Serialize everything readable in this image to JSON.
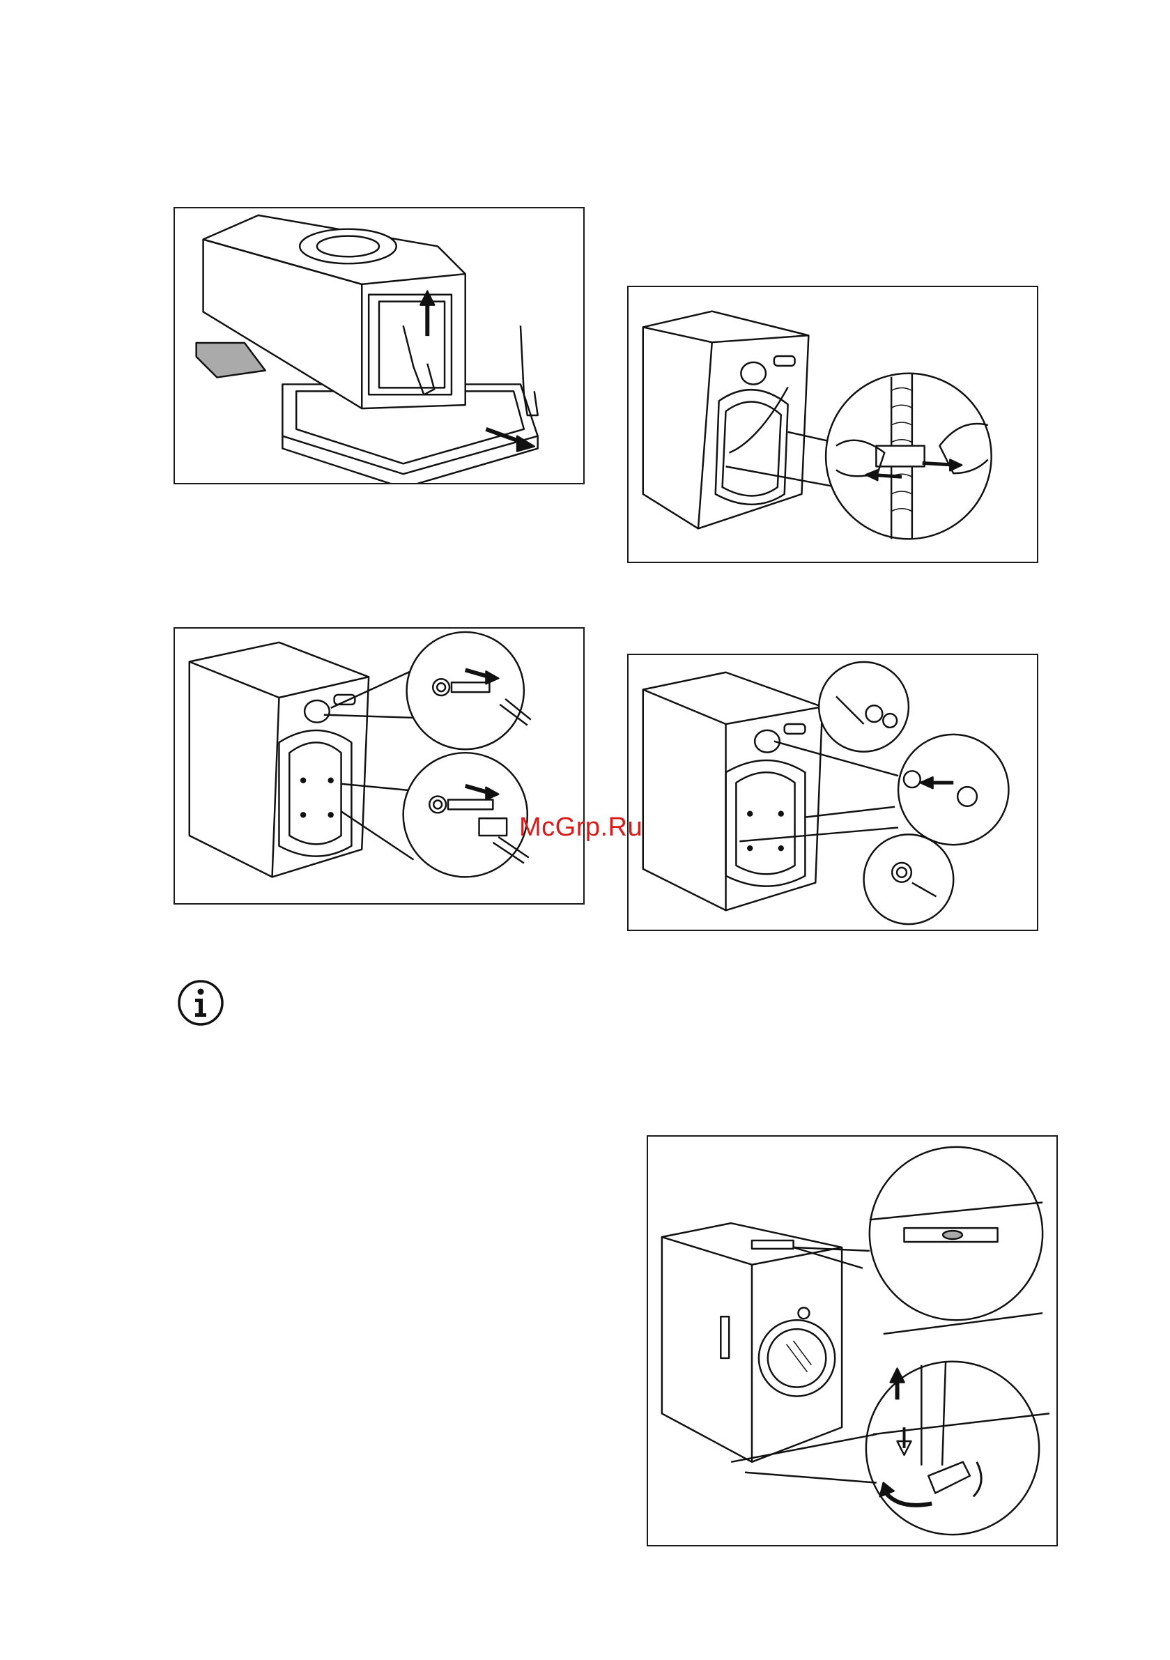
{
  "watermark": {
    "text": "McGrp.Ru",
    "color": "#d81b1b"
  },
  "icons": {
    "info": "info-icon"
  },
  "figures": [
    {
      "id": "fig-a",
      "subject": "lifting-machine-off-packaging-base"
    },
    {
      "id": "fig-b",
      "subject": "removing-hose-clips-from-rear"
    },
    {
      "id": "fig-c",
      "subject": "removing-transit-bolts-with-spanner"
    },
    {
      "id": "fig-d",
      "subject": "inserting-plastic-caps-into-holes"
    },
    {
      "id": "fig-e",
      "subject": "levelling-machine-with-adjustable-feet"
    }
  ]
}
